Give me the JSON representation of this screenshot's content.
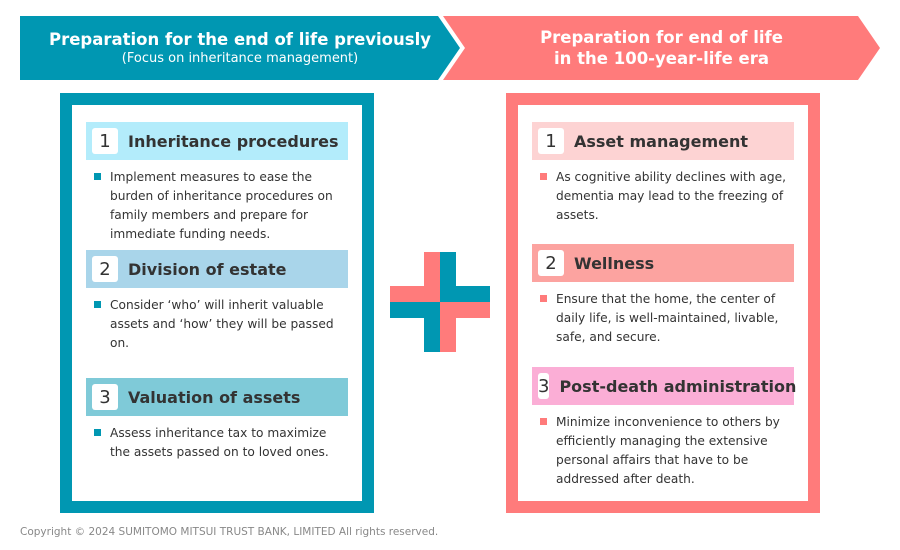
{
  "left": {
    "title": "Preparation for the end of life previously",
    "subtitle": "(Focus on inheritance management)",
    "sections": [
      {
        "num": "1",
        "title": "Inheritance procedures",
        "text": "Implement measures to ease the burden of inheritance procedures on family members and prepare for immediate funding needs.",
        "color": "#b3ecfb"
      },
      {
        "num": "2",
        "title": "Division of estate",
        "text": "Consider ‘who’ will inherit valuable assets and ‘how’ they will be passed on.",
        "color": "#a9d5ea"
      },
      {
        "num": "3",
        "title": "Valuation of assets",
        "text": "Assess inheritance tax to maximize the assets passed on to loved ones.",
        "color": "#7fcad8"
      }
    ]
  },
  "right": {
    "title_line1": "Preparation for end of life",
    "title_line2": "in the 100-year-life era",
    "sections": [
      {
        "num": "1",
        "title": "Asset management",
        "text": "As cognitive ability declines with age, dementia may lead to the freezing of assets.",
        "color": "#fdd3d3"
      },
      {
        "num": "2",
        "title": "Wellness",
        "text": "Ensure that the home, the center of daily life, is well-maintained, livable, safe, and secure.",
        "color": "#fca3a0"
      },
      {
        "num": "3",
        "title": "Post-death administration",
        "text": "Minimize inconvenience to others by efficiently managing the extensive personal affairs that have to be addressed after death.",
        "color": "#fbaed6"
      }
    ]
  },
  "copyright": "Copyright © 2024 SUMITOMO MITSUI TRUST BANK, LIMITED All rights reserved."
}
